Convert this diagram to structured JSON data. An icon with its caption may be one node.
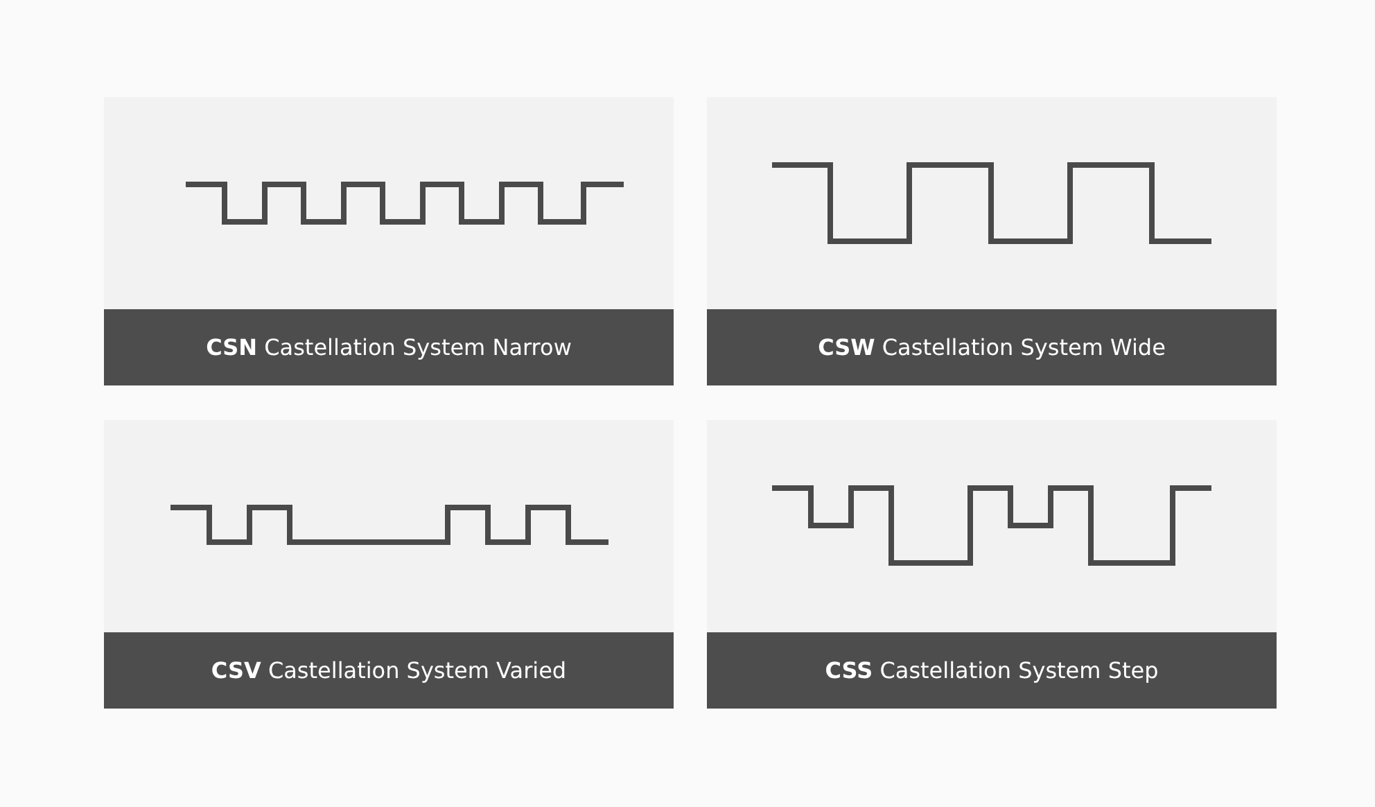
{
  "diagram": {
    "nodes": [
      {
        "text": [
          "**CSN** Castellation System Narrow"
        ]
      },
      {
        "text": [
          "**CSW** Castellation System Wide"
        ]
      },
      {
        "text": [
          "**CSV** Castellation System Varied"
        ]
      },
      {
        "text": [
          "**CSS** Castellation System Step"
        ]
      }
    ]
  }
}
